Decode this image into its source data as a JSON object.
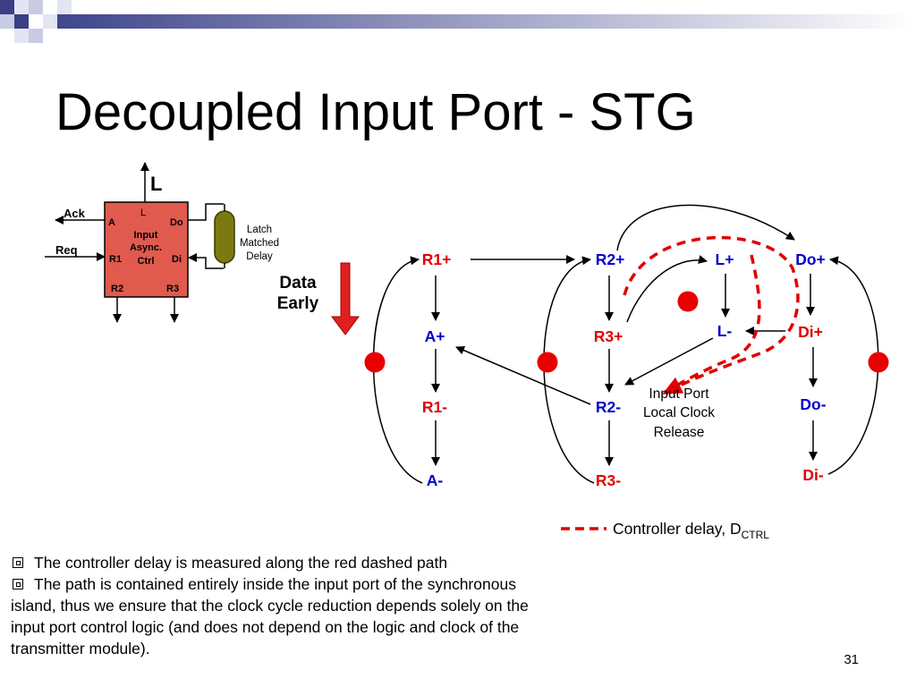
{
  "slide": {
    "title": "Decoupled Input Port - STG",
    "page_number": "31"
  },
  "block": {
    "top_output": "L",
    "left_inputs": [
      "Ack",
      "Req"
    ],
    "pins": {
      "A": "A",
      "L": "L",
      "Do": "Do",
      "R1": "R1",
      "Di": "Di",
      "R2": "R2",
      "R3": "R3"
    },
    "body": [
      "Input",
      "Async.",
      "Ctrl"
    ],
    "delay_label": [
      "Latch",
      "Matched",
      "Delay"
    ],
    "fill_color": "#e05a4e"
  },
  "data_early": [
    "Data",
    "Early"
  ],
  "stg": {
    "nodes": {
      "r1p": "R1+",
      "ap": "A+",
      "r1m": "R1-",
      "am": "A-",
      "r2p": "R2+",
      "r3p": "R3+",
      "r2m": "R2-",
      "r3m": "R3-",
      "lp": "L+",
      "lm": "L-",
      "dop": "Do+",
      "dip": "Di+",
      "dom": "Do-",
      "dim": "Di-"
    },
    "release_label": [
      "Input Port",
      "Local Clock",
      "Release"
    ],
    "red_color": "#e00000",
    "blue_color": "#0000cc"
  },
  "legend": {
    "text": "Controller delay, D",
    "subscript": "CTRL"
  },
  "bullets": [
    "The controller delay is measured along the red dashed path",
    "The path is contained entirely inside the input port of the synchronous island, thus we ensure that the clock cycle reduction depends solely on the input port control logic (and does not depend on the logic and clock of the transmitter module)."
  ]
}
